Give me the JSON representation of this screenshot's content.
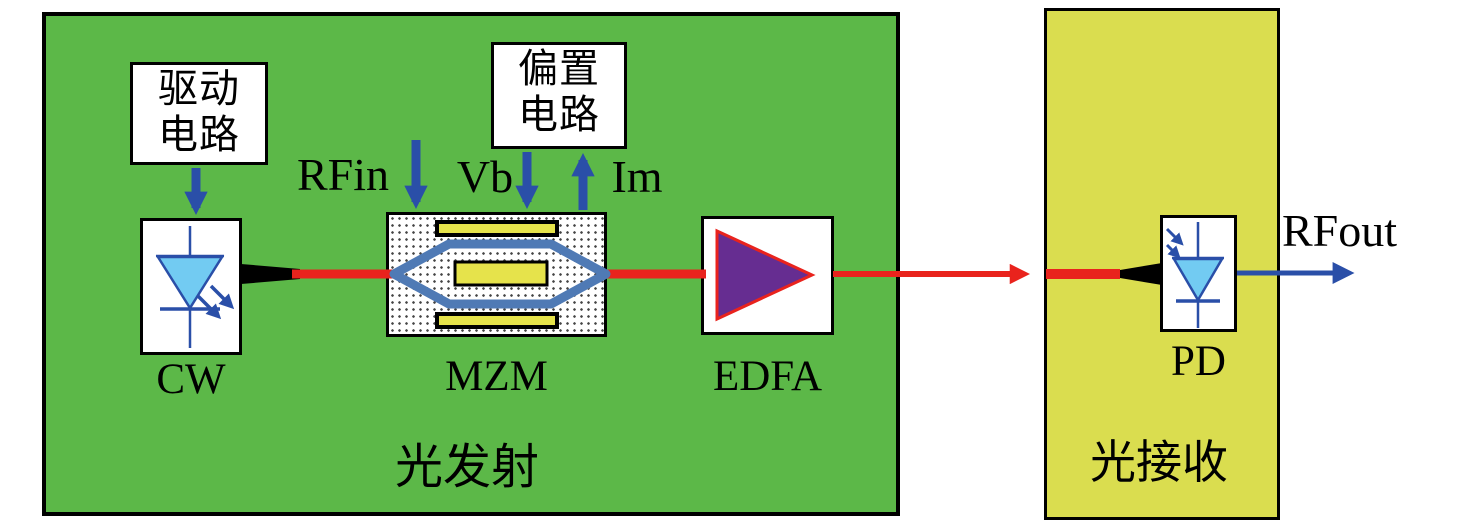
{
  "diagram": {
    "transmitter": {
      "title": "光发射",
      "drive_circuit": {
        "line1": "驱动",
        "line2": "电路"
      },
      "bias_circuit": {
        "line1": "偏置",
        "line2": "电路"
      },
      "signals": {
        "rf_in": "RFin",
        "bias_voltage": "Vb",
        "monitor_current": "Im"
      },
      "components": {
        "laser": "CW",
        "modulator": "MZM",
        "amplifier": "EDFA"
      }
    },
    "receiver": {
      "title": "光接收",
      "components": {
        "photodiode": "PD"
      },
      "signals": {
        "rf_out": "RFout"
      }
    },
    "colors": {
      "transmitter_bg": "#5cb848",
      "receiver_bg": "#dadd4f",
      "fiber_red": "#e9231d",
      "signal_blue": "#2a4fa8",
      "amplifier_purple": "#662d91",
      "waveguide_blue": "#4f7ab5",
      "electrode_yellow": "#e6e34b",
      "diode_light_blue": "#72cbf2"
    }
  }
}
